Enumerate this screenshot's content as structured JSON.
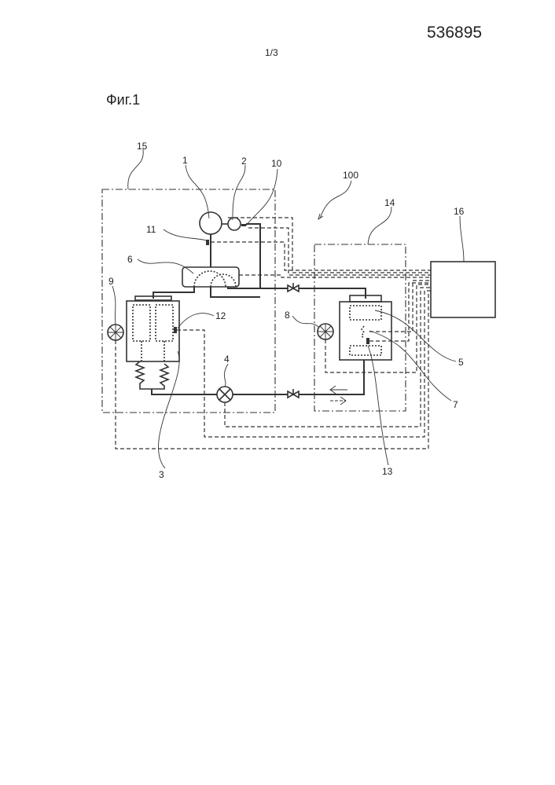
{
  "header": {
    "patent_number": "536895",
    "sheet": "1/3",
    "figure_title": "Фиг.1"
  },
  "labels": {
    "l1": "1",
    "l2": "2",
    "l3": "3",
    "l4": "4",
    "l5": "5",
    "l6": "6",
    "l7": "7",
    "l8": "8",
    "l9": "9",
    "l10": "10",
    "l11": "11",
    "l12": "12",
    "l13": "13",
    "l14": "14",
    "l15": "15",
    "l16": "16",
    "l100": "100"
  }
}
